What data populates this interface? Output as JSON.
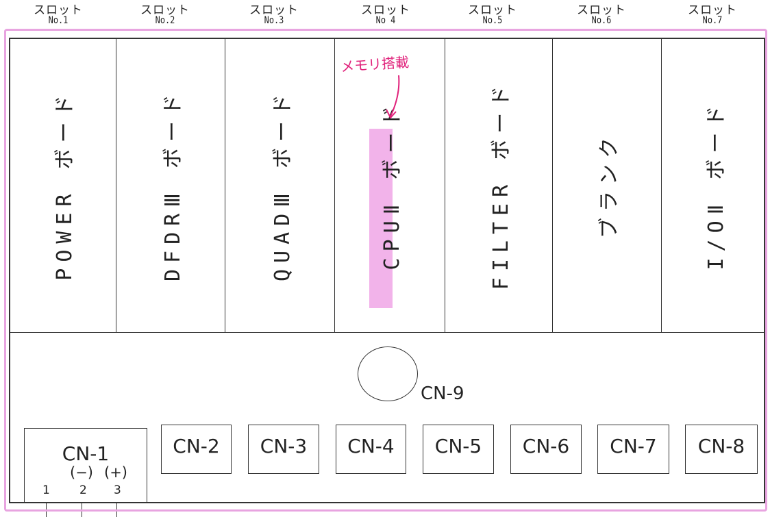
{
  "slots": [
    {
      "name": "スロット",
      "no": "No.1"
    },
    {
      "name": "スロット",
      "no": "No.2"
    },
    {
      "name": "スロット",
      "no": "No.3"
    },
    {
      "name": "スロット",
      "no": "No 4"
    },
    {
      "name": "スロット",
      "no": "No.5"
    },
    {
      "name": "スロット",
      "no": "No.6"
    },
    {
      "name": "スロット",
      "no": "No.7"
    }
  ],
  "boards": [
    {
      "label": "POWER ボード"
    },
    {
      "label": "DFDRⅢ ボード"
    },
    {
      "label": "QUADⅢ ボード"
    },
    {
      "label": "CPUⅡ ボード"
    },
    {
      "label": "FILTER ボード"
    },
    {
      "label": "ブランク"
    },
    {
      "label": "I/OⅡ ボード"
    }
  ],
  "annotation": {
    "text": "メモリ搭載",
    "color": "#e0207a",
    "highlight_color": "#f0a6e6"
  },
  "cn9": {
    "label": "CN-9"
  },
  "connectors": [
    {
      "label": "CN-1"
    },
    {
      "label": "CN-2"
    },
    {
      "label": "CN-3"
    },
    {
      "label": "CN-4"
    },
    {
      "label": "CN-5"
    },
    {
      "label": "CN-6"
    },
    {
      "label": "CN-7"
    },
    {
      "label": "CN-8"
    }
  ],
  "cn1_polarity": {
    "minus": "(−)",
    "plus": "(+)"
  },
  "cn1_pins": [
    "1",
    "2",
    "3"
  ],
  "colors": {
    "frame": "#333333",
    "outer_border": "#e8a4e0"
  }
}
